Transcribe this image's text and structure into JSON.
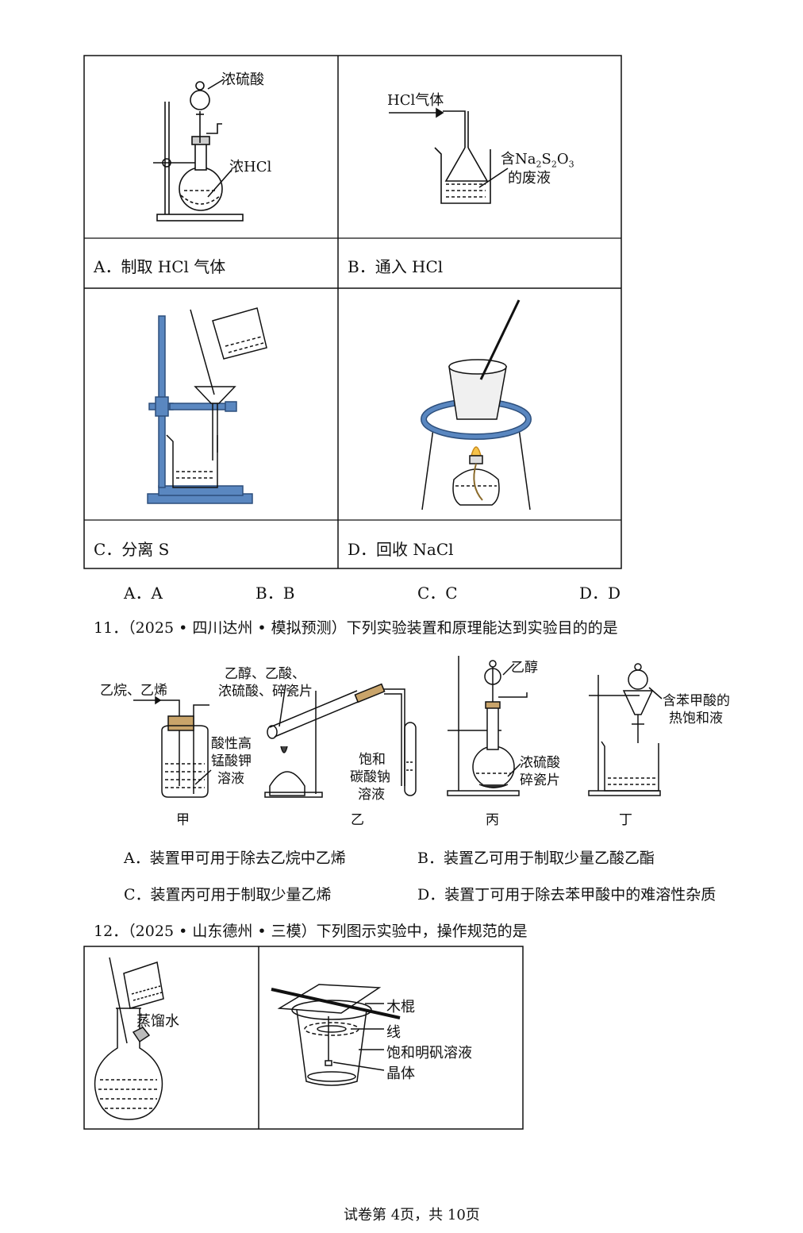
{
  "q10": {
    "cells": {
      "a": {
        "caption": "A．制取 HCl 气体",
        "labels": [
          "浓硫酸",
          "浓HCl"
        ]
      },
      "b": {
        "caption": "B．通入 HCl",
        "labels": [
          "HCl气体",
          "含Na",
          "2",
          "S",
          "2",
          "O",
          "3",
          "的废液"
        ]
      },
      "c": {
        "caption": "C．分离 S"
      },
      "d": {
        "caption": "D．回收 NaCl"
      }
    },
    "choices": [
      "A．A",
      "B．B",
      "C．C",
      "D．D"
    ]
  },
  "q11": {
    "stem": "11．（2025 • 四川达州 • 模拟预测）下列实验装置和原理能达到实验目的的是",
    "apparatus": {
      "jia": {
        "name": "甲",
        "labels": [
          "乙烷、乙烯",
          "酸性高",
          "锰酸钾",
          "溶液"
        ]
      },
      "yi": {
        "name": "乙",
        "labels": [
          "乙醇、乙酸、",
          "浓硫酸、碎瓷片",
          "饱和",
          "碳酸钠",
          "溶液"
        ]
      },
      "bing": {
        "name": "丙",
        "labels": [
          "乙醇",
          "浓硫酸",
          "碎瓷片"
        ]
      },
      "ding": {
        "name": "丁",
        "labels": [
          "含苯甲酸的",
          "热饱和液"
        ]
      }
    },
    "options": [
      "A．装置甲可用于除去乙烷中乙烯",
      "B．装置乙可用于制取少量乙酸乙酯",
      "C．装置丙可用于制取少量乙烯",
      "D．装置丁可用于除去苯甲酸中的难溶性杂质"
    ]
  },
  "q12": {
    "stem": "12．（2025 • 山东德州 • 三模）下列图示实验中，操作规范的是",
    "left_labels": [
      "蒸馏水"
    ],
    "right_labels": [
      "木棍",
      "线",
      "饱和明矾溶液",
      "晶体"
    ]
  },
  "footer": "试卷第 4页，共 10页",
  "colors": {
    "apparatus_blue": "#5a87c0",
    "line": "#111111"
  }
}
